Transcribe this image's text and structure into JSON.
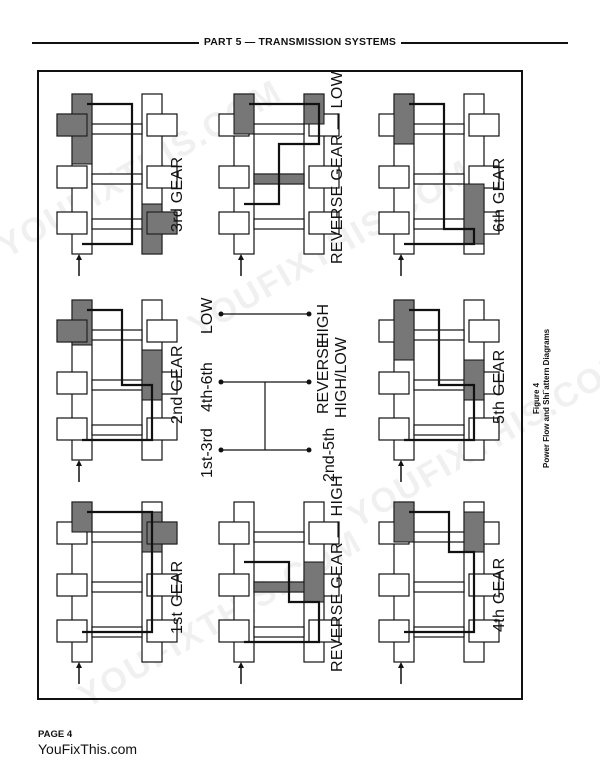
{
  "header": {
    "title": "PART 5 — TRANSMISSION SYSTEMS"
  },
  "gears": {
    "first": "1st GEAR",
    "second": "2nd GEAR",
    "third": "3rd GEAR",
    "fourth": "4th GEAR",
    "fifth": "5th GEAR",
    "sixth": "6th GEAR",
    "reverse_high": "REVERSE GEAR — HIGH",
    "reverse_low": "REVERSE GEAR — LOW"
  },
  "shift_pattern": {
    "low": "LOW",
    "pos_4_6": "4th-6th",
    "pos_1_3": "1st-3rd",
    "high": "HIGH",
    "reverse_line1": "REVERSE",
    "reverse_line2": "HIGH/LOW",
    "pos_2_5": "2nd-5th"
  },
  "caption": {
    "figure": "Figure 4",
    "title": "Power Flow and Shi˝attern Diagrams"
  },
  "footer": {
    "page": "PAGE 4",
    "site": "YouFixThis.com"
  },
  "watermarks": [
    "YOUFIXTHIS.COM",
    "YOUFIXTHIS.COM",
    "YOUFIXTHIS.COM",
    "YOUFIXTHIS.COM"
  ]
}
